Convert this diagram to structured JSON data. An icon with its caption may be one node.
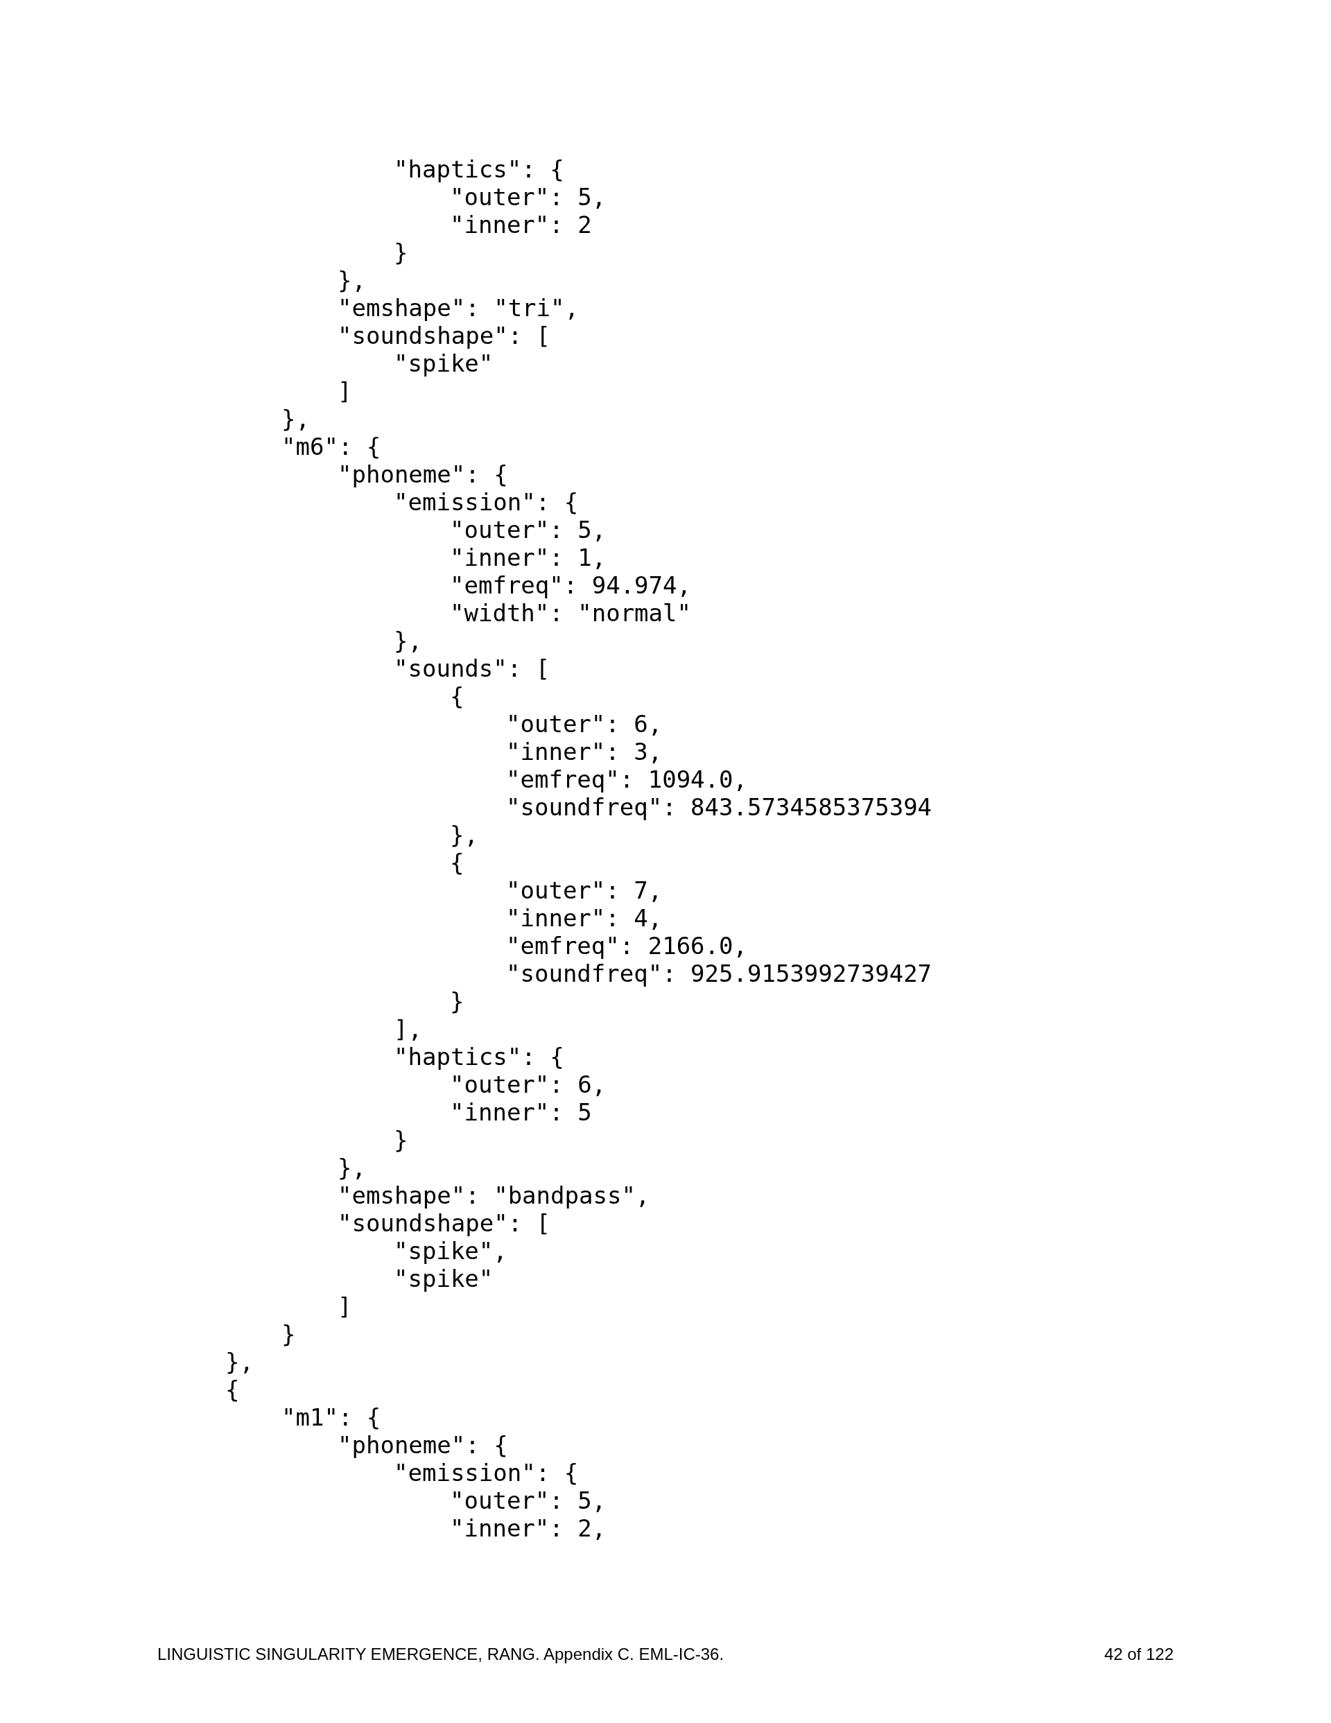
{
  "diagram": {
    "labels": [
      "\"haptics\": {",
      "\"outer\": 5,",
      "\"inner\": 2",
      "}",
      "},",
      "\"emshape\": \"tri\",",
      "\"soundshape\": [",
      "\"spike\"",
      "]",
      "},",
      "\"m6\": {",
      "\"phoneme\": {",
      "\"emission\": {",
      "\"outer\": 5,",
      "\"inner\": 1,",
      "\"emfreq\": 94.974,",
      "\"width\": \"normal\"",
      "},",
      "\"sounds\": [",
      "{",
      "\"outer\": 6,",
      "\"inner\": 3,",
      "\"emfreq\": 1094.0,",
      "\"soundfreq\": 843.5734585375394",
      "},",
      "{",
      "\"outer\": 7,",
      "\"inner\": 4,",
      "\"emfreq\": 2166.0,",
      "\"soundfreq\": 925.9153992739427",
      "}",
      "],",
      "\"haptics\": {",
      "\"outer\": 6,",
      "\"inner\": 5",
      "}",
      "},",
      "\"emshape\": \"bandpass\",",
      "\"soundshape\": [",
      "\"spike\",",
      "\"spike\"",
      "]",
      "}",
      "},",
      "{",
      "\"m1\": {",
      "\"phoneme\": {",
      "\"emission\": {",
      "\"outer\": 5,",
      "\"inner\": 2,",
      "LINGUISTIC SINGULARITY EMERGENCE, RANG. Appendix C. EML-IC-36.",
      "42 of 122"
    ]
  }
}
